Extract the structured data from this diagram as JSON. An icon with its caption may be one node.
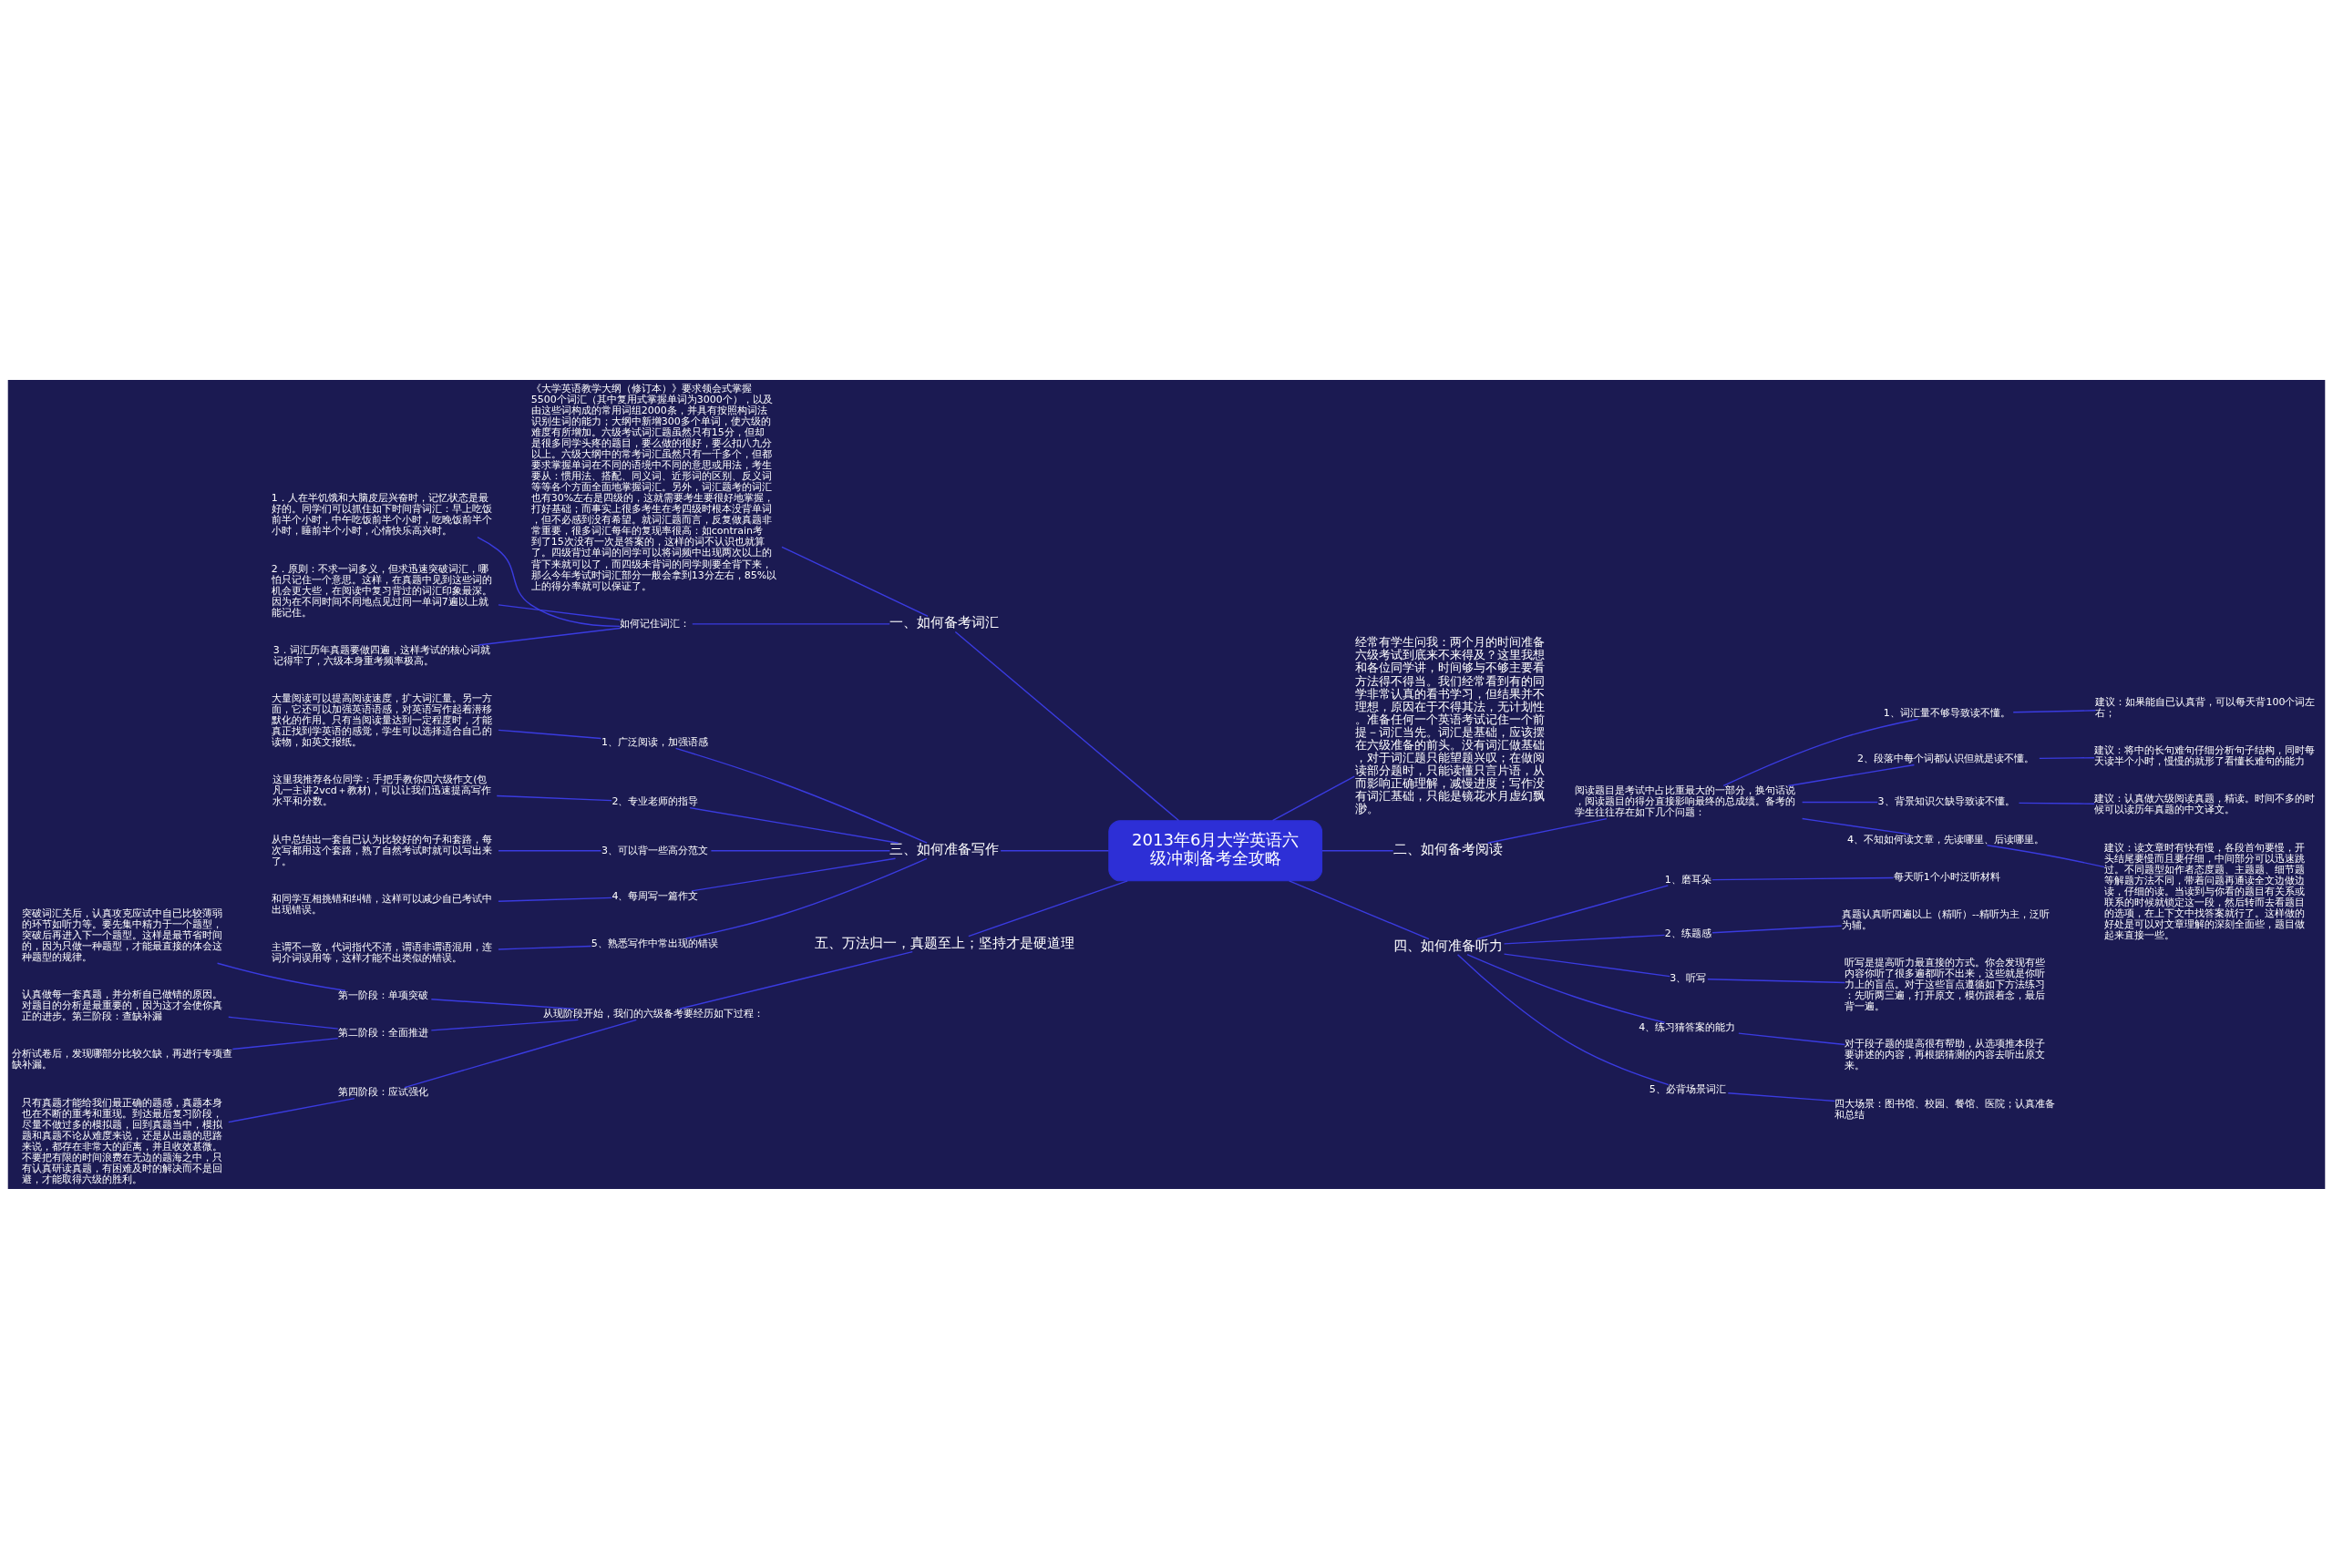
{
  "diagram": {
    "nodes": [
      {
        "text": [
          "2013年6月大学英语六级冲刺备考全攻略"
        ]
      },
      {
        "text": [
          "一、如何备考词汇"
        ]
      },
      {
        "text": [
          "《大学英语教学大纲（修订本）》要求领会式掌握5500个词汇（其中复用式掌握单词为3000个），以及由这些词构成的常用词组2000条，并具有按照构词法识别生词的能力；大纲中新增300多个单词，使六级的难度有所增加。六级考试词汇题虽然只有15分，但却是很多同学头疼的题目，要么做的很好，要么扣八九分以上。六级大纲中的常考词汇虽然只有一千多个，但都要求掌握单词在不同的语境中不同的意思或用法，考生要从：惯用法、搭配、同义词、近形词的区别、反义词等等各个方面全面地掌握词汇。另外，词汇题考的词汇也有30%左右是四级的，这就需要考生要很好地掌握，打好基础；而事实上很多考生在考四级时根本没背单词，但不必感到没有希望。就词汇题而言，反复做真题非常重要，很多词汇每年的复现率很高：如contrain考到了15次没有一次是答案的，这样的词不认识也就算了。四级背过单词的同学可以将词频中出现两次以上的背下来就可以了，而四级未背词的同学则要全背下来，那么今年考试时词汇部分一般会拿到13分左右，85%以上的得分率就可以保证了。"
        ]
      },
      {
        "text": [
          "如何记住词汇："
        ]
      },
      {
        "text": [
          "1．人在半饥饿和大脑皮层兴奋时，记忆状态是最好的。同学们可以抓住如下时间背词汇：早上吃饭前半个小时，中午吃饭前半个小时，吃晚饭前半个小时，睡前半个小时，心情快乐高兴时。"
        ]
      },
      {
        "text": [
          "2．原则：不求一词多义，但求迅速突破词汇，哪怕只记住一个意思。这样，在真题中见到这些词的机会更大些，在阅读中复习背过的词汇印象最深。因为在不同时间不同地点见过同一单词7遍以上就能记住。"
        ]
      },
      {
        "text": [
          "3．词汇历年真题要做四遍，这样考试的核心词就记得牢了，六级本身重考频率极高。"
        ]
      },
      {
        "text": [
          "三、如何准备写作"
        ]
      },
      {
        "text": [
          "1、广泛阅读，加强语感"
        ]
      },
      {
        "text": [
          "大量阅读可以提高阅读速度，扩大词汇量。另一方面，它还可以加强英语语感，对英语写作起着潜移默化的作用。只有当阅读量达到一定程度时，才能真正找到学英语的感觉，学生可以选择适合自己的读物，如英文报纸。"
        ]
      },
      {
        "text": [
          "2、专业老师的指导"
        ]
      },
      {
        "text": [
          "这里我推荐各位同学：手把手教你四六级作文(包凡一主讲2vcd＋教材)，可以让我们迅速提高写作水平和分数。"
        ]
      },
      {
        "text": [
          "3、可以背一些高分范文"
        ]
      },
      {
        "text": [
          "从中总结出一套自已认为比较好的句子和套路，每次写都用这个套路，熟了自然考试时就可以写出来了。"
        ]
      },
      {
        "text": [
          "4、每周写一篇作文"
        ]
      },
      {
        "text": [
          "和同学互相挑错和纠错，这样可以减少自已考试中出现错误。"
        ]
      },
      {
        "text": [
          "5、熟悉写作中常出现的错误"
        ]
      },
      {
        "text": [
          "主谓不一致，代词指代不清，谓语非谓语混用，连词介词误用等，这样才能不出类似的错误。"
        ]
      },
      {
        "text": [
          "五、万法归一，真题至上；坚持才是硬道理"
        ]
      },
      {
        "text": [
          "从现阶段开始，我们的六级备考要经历如下过程："
        ]
      },
      {
        "text": [
          "第一阶段：单项突破"
        ]
      },
      {
        "text": [
          "突破词汇关后，认真攻克应试中自已比较薄弱的环节如听力等。要先集中精力于一个题型，突破后再进入下一个题型。这样是最节省时间的，因为只做一种题型，才能最直接的体会这种题型的规律。"
        ]
      },
      {
        "text": [
          "第二阶段：全面推进"
        ]
      },
      {
        "text": [
          "认真做每一套真题，并分析自已做错的原因。对题目的分析是最重要的，因为这才会使你真正的进步。第三阶段：查缺补漏"
        ]
      },
      {
        "text": [
          "分析试卷后，发现哪部分比较欠缺，再进行专项查缺补漏。"
        ]
      },
      {
        "text": [
          "第四阶段：应试强化"
        ]
      },
      {
        "text": [
          "只有真题才能给我们最正确的题感，真题本身也在不断的重考和重现。到达最后复习阶段，尽量不做过多的模拟题，回到真题当中，模拟题和真题不论从难度来说，还是从出题的思路来说，都存在非常大的距离，并且收效甚微。不要把有限的时间浪费在无边的题海之中，只有认真研读真题，有困难及时的解决而不是回避，才能取得六级的胜利。"
        ]
      },
      {
        "text": [
          "经常有学生问我：两个月的时间准备六级考试到底来不来得及？这里我想和各位同学讲，时间够与不够主要看方法得不得当。我们经常看到有的同学非常认真的看书学习，但结果并不理想，原因在于不得其法，无计划性。准备任何一个英语考试记住一个前提－词汇当先。词汇是基础，应该摆在六级准备的前头。没有词汇做基础，对于词汇题只能望题兴叹；在做阅读部分题时，只能读懂只言片语，从而影响正确理解，减慢进度；写作没有词汇基础，只能是镜花水月虚幻飘渺。"
        ]
      },
      {
        "text": [
          "二、如何备考阅读"
        ]
      },
      {
        "text": [
          "阅读题目是考试中占比重最大的一部分，换句话说，阅读题目的得分直接影响最终的总成绩。备考的学生往往存在如下几个问题："
        ]
      },
      {
        "text": [
          "1、词汇量不够导致读不懂。"
        ]
      },
      {
        "text": [
          "建议：如果能自已认真背，可以每天背100个词左右；"
        ]
      },
      {
        "text": [
          "2、段落中每个词都认识但就是读不懂。"
        ]
      },
      {
        "text": [
          "建议：将中的长句难句仔细分析句子结构，同时每天读半个小时，慢慢的就形了看懂长难句的能力"
        ]
      },
      {
        "text": [
          "3、背景知识欠缺导致读不懂。"
        ]
      },
      {
        "text": [
          "建议：认真做六级阅读真题，精读。时间不多的时候可以读历年真题的中文译文。"
        ]
      },
      {
        "text": [
          "4、不知如何读文章，先读哪里、后读哪里。"
        ]
      },
      {
        "text": [
          "建议：读文章时有快有慢，各段首句要慢，开头结尾要慢而且要仔细，中间部分可以迅速跳过。不同题型如作者态度题、主题题、细节题等解题方法不同，带着问题再通读全文边做边读，仔细的读。当读到与你看的题目有关系或联系的时候就锁定这一段，然后转而去看题目的选项，在上下文中找答案就行了。这样做的好处是可以对文章理解的深刻全面些，题目做起来直接一些。"
        ]
      },
      {
        "text": [
          "四、如何准备听力"
        ]
      },
      {
        "text": [
          "1、磨耳朵"
        ]
      },
      {
        "text": [
          "每天听1个小时泛听材料"
        ]
      },
      {
        "text": [
          "2、练题感"
        ]
      },
      {
        "text": [
          "真题认真听四遍以上（精听）--精听为主，泛听为辅。"
        ]
      },
      {
        "text": [
          "3、听写"
        ]
      },
      {
        "text": [
          "听写是提高听力最直接的方式。你会发现有些内容你听了很多遍都听不出来，这些就是你听力上的盲点。对于这些盲点遵循如下方法练习：先听两三遍，打开原文，模仿跟着念，最后背一遍。"
        ]
      },
      {
        "text": [
          "4、练习猜答案的能力"
        ]
      },
      {
        "text": [
          "对于段子题的提高很有帮助，从选项推本段子要讲述的内容，再根据猜测的内容去听出原文来。"
        ]
      },
      {
        "text": [
          "5、必背场景词汇"
        ]
      },
      {
        "text": [
          "四大场景：图书馆、校园、餐馆、医院；认真准备和总结"
        ]
      }
    ],
    "edges": [
      {
        "from": 0,
        "to": 1,
        "arrow": "none"
      },
      {
        "from": 1,
        "to": 2,
        "arrow": "none"
      },
      {
        "from": 1,
        "to": 3,
        "arrow": "none"
      },
      {
        "from": 3,
        "to": 4,
        "arrow": "none"
      },
      {
        "from": 3,
        "to": 5,
        "arrow": "none"
      },
      {
        "from": 3,
        "to": 6,
        "arrow": "none"
      },
      {
        "from": 0,
        "to": 7,
        "arrow": "none"
      },
      {
        "from": 7,
        "to": 8,
        "arrow": "none"
      },
      {
        "from": 8,
        "to": 9,
        "arrow": "none"
      },
      {
        "from": 7,
        "to": 10,
        "arrow": "none"
      },
      {
        "from": 10,
        "to": 11,
        "arrow": "none"
      },
      {
        "from": 7,
        "to": 12,
        "arrow": "none"
      },
      {
        "from": 12,
        "to": 13,
        "arrow": "none"
      },
      {
        "from": 7,
        "to": 14,
        "arrow": "none"
      },
      {
        "from": 14,
        "to": 15,
        "arrow": "none"
      },
      {
        "from": 7,
        "to": 16,
        "arrow": "none"
      },
      {
        "from": 16,
        "to": 17,
        "arrow": "none"
      },
      {
        "from": 0,
        "to": 18,
        "arrow": "none"
      },
      {
        "from": 18,
        "to": 19,
        "arrow": "none"
      },
      {
        "from": 19,
        "to": 20,
        "arrow": "none"
      },
      {
        "from": 20,
        "to": 21,
        "arrow": "none"
      },
      {
        "from": 19,
        "to": 22,
        "arrow": "none"
      },
      {
        "from": 22,
        "to": 23,
        "arrow": "none"
      },
      {
        "from": 22,
        "to": 24,
        "arrow": "none"
      },
      {
        "from": 19,
        "to": 25,
        "arrow": "none"
      },
      {
        "from": 25,
        "to": 26,
        "arrow": "none"
      },
      {
        "from": 0,
        "to": 27,
        "arrow": "none"
      },
      {
        "from": 0,
        "to": 28,
        "arrow": "none"
      },
      {
        "from": 28,
        "to": 29,
        "arrow": "none"
      },
      {
        "from": 29,
        "to": 30,
        "arrow": "none"
      },
      {
        "from": 30,
        "to": 31,
        "arrow": "none"
      },
      {
        "from": 29,
        "to": 32,
        "arrow": "none"
      },
      {
        "from": 32,
        "to": 33,
        "arrow": "none"
      },
      {
        "from": 29,
        "to": 34,
        "arrow": "none"
      },
      {
        "from": 34,
        "to": 35,
        "arrow": "none"
      },
      {
        "from": 29,
        "to": 36,
        "arrow": "none"
      },
      {
        "from": 36,
        "to": 37,
        "arrow": "none"
      },
      {
        "from": 0,
        "to": 38,
        "arrow": "none"
      },
      {
        "from": 38,
        "to": 39,
        "arrow": "none"
      },
      {
        "from": 39,
        "to": 40,
        "arrow": "none"
      },
      {
        "from": 38,
        "to": 41,
        "arrow": "none"
      },
      {
        "from": 41,
        "to": 42,
        "arrow": "none"
      },
      {
        "from": 38,
        "to": 43,
        "arrow": "none"
      },
      {
        "from": 43,
        "to": 44,
        "arrow": "none"
      },
      {
        "from": 38,
        "to": 45,
        "arrow": "none"
      },
      {
        "from": 45,
        "to": 46,
        "arrow": "none"
      },
      {
        "from": 38,
        "to": 47,
        "arrow": "none"
      },
      {
        "from": 47,
        "to": 48,
        "arrow": "none"
      }
    ]
  }
}
